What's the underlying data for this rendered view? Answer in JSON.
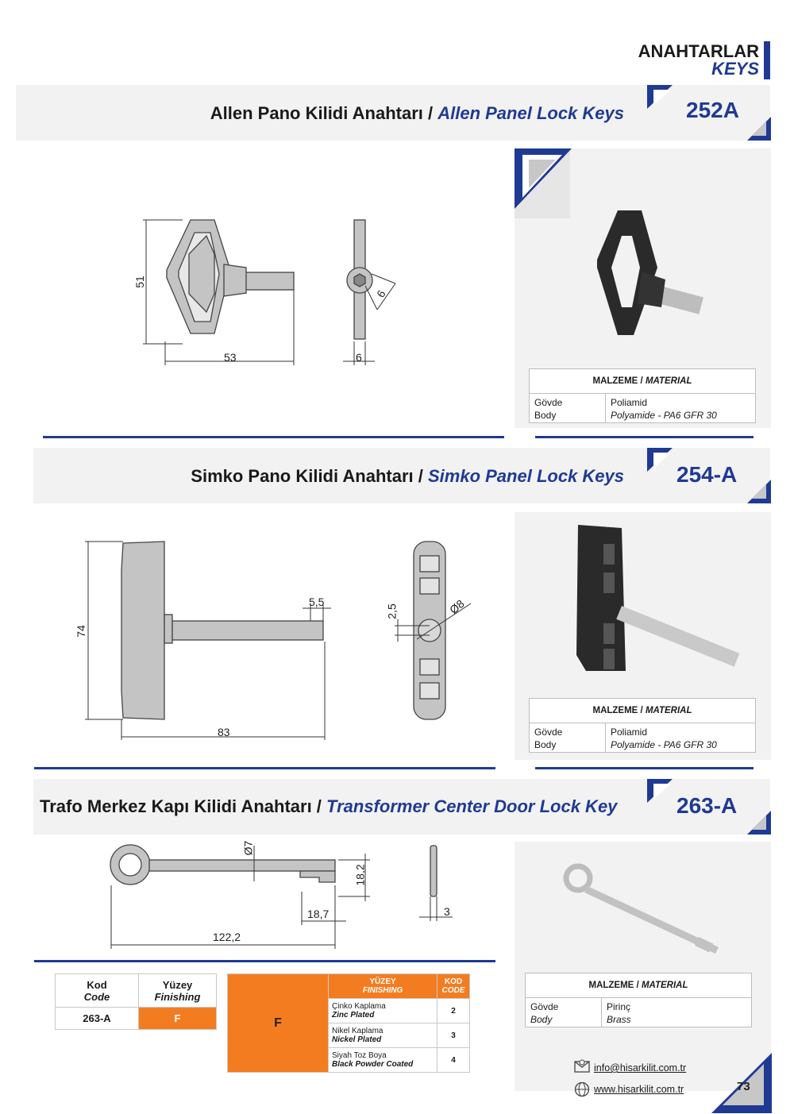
{
  "header": {
    "title": "ANAHTARLAR",
    "subtitle": "KEYS"
  },
  "sections": [
    {
      "title_tr": "Allen Pano Kilidi Anahtarı /",
      "title_en": "Allen Panel Lock Keys",
      "code": "252A",
      "dims": [
        "51",
        "53",
        "6",
        "6"
      ],
      "material": {
        "header_tr": "MALZEME /",
        "header_en": "MATERIAL",
        "label_tr": "Gövde",
        "label_en": "Body",
        "value_tr": "Poliamid",
        "value_en": "Polyamide - PA6 GFR 30"
      }
    },
    {
      "title_tr": "Simko Pano Kilidi Anahtarı /",
      "title_en": "Simko Panel Lock Keys",
      "code": "254-A",
      "dims": [
        "74",
        "83",
        "5,5",
        "2,5",
        "Ø8"
      ],
      "material": {
        "header_tr": "MALZEME /",
        "header_en": "MATERIAL",
        "label_tr": "Gövde",
        "label_en": "Body",
        "value_tr": "Poliamid",
        "value_en": "Polyamide - PA6 GFR 30"
      }
    },
    {
      "title_tr": "Trafo Merkez Kapı Kilidi Anahtarı /",
      "title_en": "Transformer Center Door Lock Key",
      "code": "263-A",
      "dims": [
        "Ø7",
        "18,2",
        "18,7",
        "122,2",
        "3"
      ],
      "material": {
        "header_tr": "MALZEME /",
        "header_en": "MATERIAL",
        "label_tr": "Gövde",
        "label_en": "Body",
        "value_tr": "Pirinç",
        "value_en": "Brass"
      }
    }
  ],
  "code_table": {
    "headers": [
      {
        "tr": "Kod",
        "en": "Code"
      },
      {
        "tr": "Yüzey",
        "en": "Finishing"
      }
    ],
    "row": {
      "code": "263-A",
      "finish": "F"
    }
  },
  "finish_table": {
    "letter": "F",
    "header_tr": "YÜZEY",
    "header_en": "FINISHING",
    "code_tr": "KOD",
    "code_en": "CODE",
    "rows": [
      {
        "tr": "Çinko Kaplama",
        "en": "Zinc Plated",
        "code": "2"
      },
      {
        "tr": "Nikel Kaplama",
        "en": "Nickel Plated",
        "code": "3"
      },
      {
        "tr": "Siyah Toz Boya",
        "en": "Black Powder Coated",
        "code": "4"
      }
    ]
  },
  "footer": {
    "email": "info@hisarkilit.com.tr",
    "web": "www.hisarkilit.com.tr",
    "page": "73"
  },
  "colors": {
    "navy": "#1f3a93",
    "orange": "#f47c20",
    "band": "#f2f2f2"
  }
}
